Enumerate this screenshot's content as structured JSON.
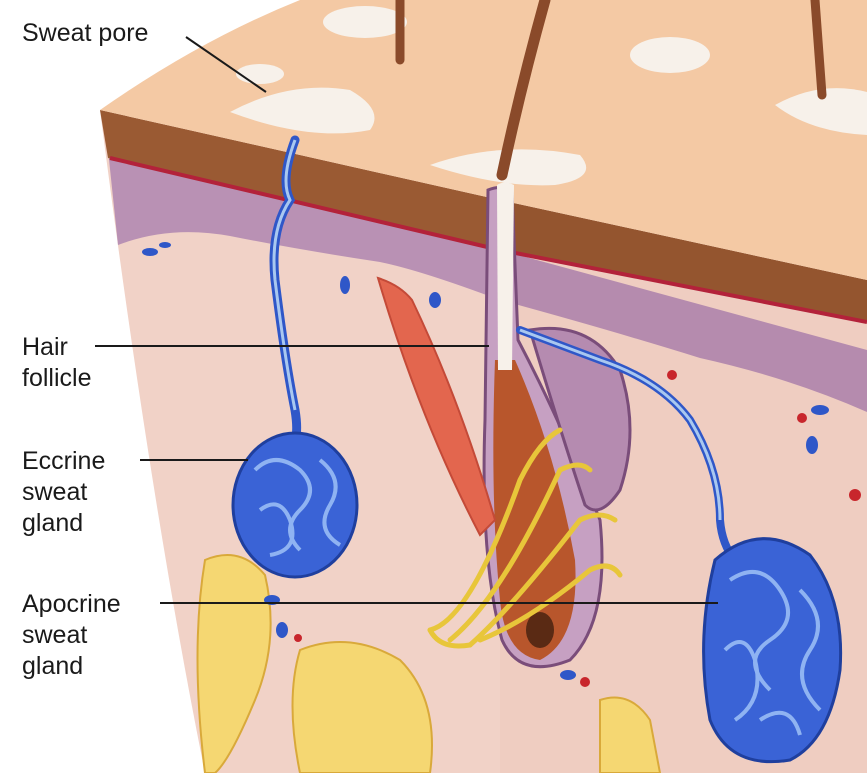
{
  "labels": {
    "sweat_pore": [
      "Sweat pore"
    ],
    "hair_follicle": [
      "Hair",
      "follicle"
    ],
    "eccrine_gland": [
      "Eccrine",
      "sweat",
      "gland"
    ],
    "apocrine_gland": [
      "Apocrine",
      "sweat",
      "gland"
    ]
  },
  "colors": {
    "skin_surface": "#f3c9a3",
    "epidermis": "#9b5a33",
    "dermis_purple": "#b98fb0",
    "dermis_pink": "#f0cfc4",
    "fat": "#f5d772",
    "gland_blue": "#3a63d6",
    "hair_shaft": "#8a4a2a",
    "nerve_yellow": "#e8c63a",
    "muscle_red": "#e3664e",
    "leader_line": "#1a1a1a"
  }
}
